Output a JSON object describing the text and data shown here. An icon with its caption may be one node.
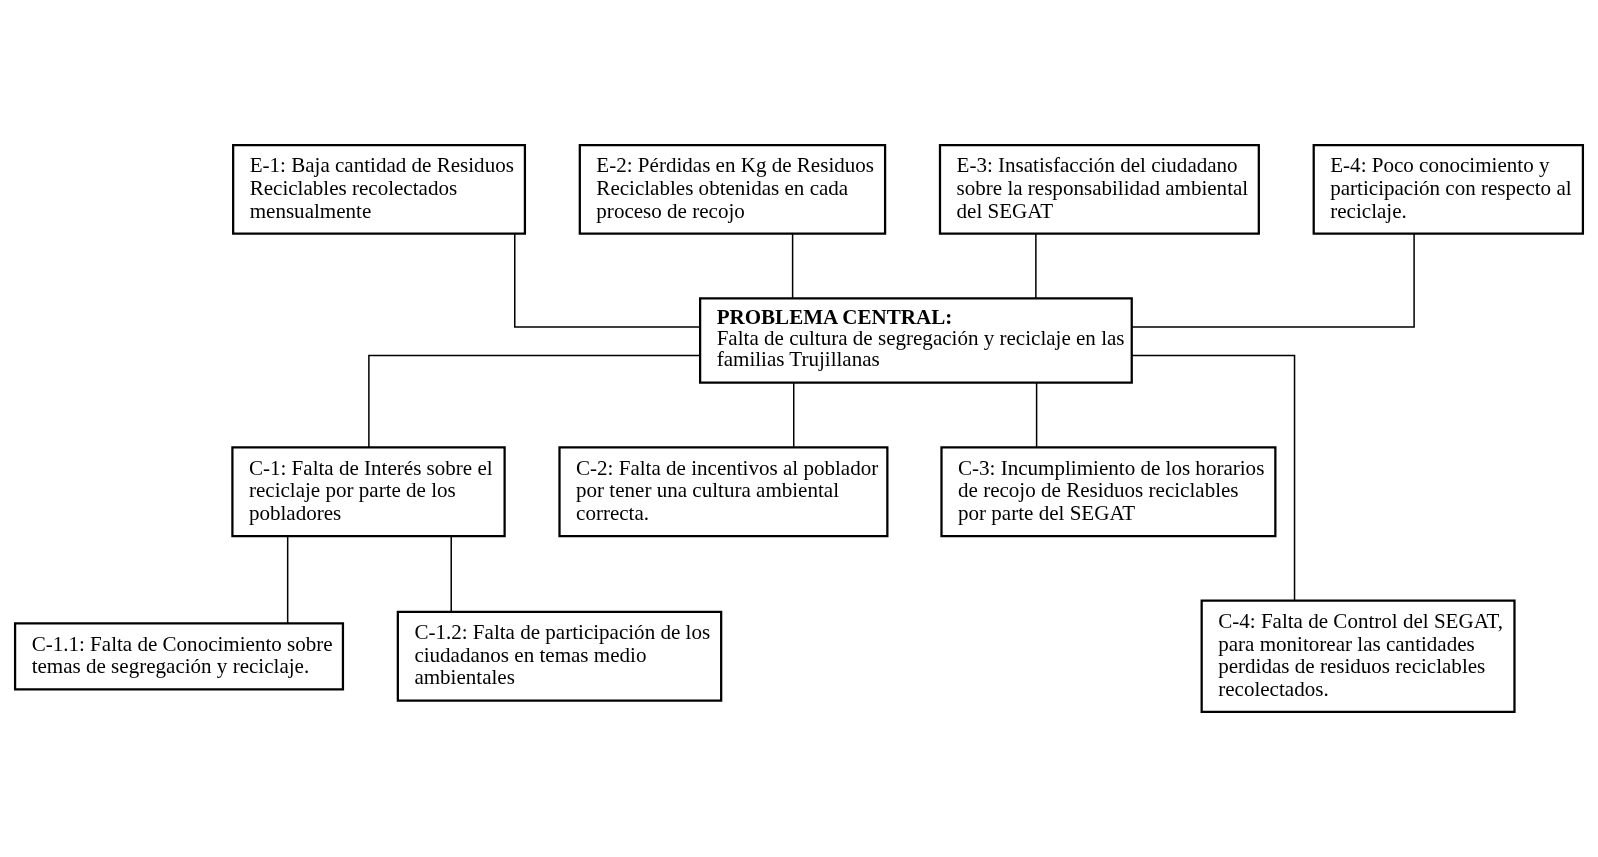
{
  "diagram": {
    "nodes": [
      {
        "text": [
          "E-1: Baja cantidad de Residuos Reciclables recolectados mensualmente"
        ]
      },
      {
        "text": [
          "E-2: Pérdidas en Kg de Residuos Reciclables obtenidas en cada proceso de recojo"
        ]
      },
      {
        "text": [
          "E-3: Insatisfacción del ciudadano sobre la responsabilidad ambiental del SEGAT"
        ]
      },
      {
        "text": [
          "E-4: Poco conocimiento y participación con respecto al reciclaje."
        ]
      },
      {
        "text": [
          "**PROBLEMA CENTRAL:** Falta de cultura de segregación y reciclaje en las familias Trujillanas"
        ]
      },
      {
        "text": [
          "C-1: Falta de Interés sobre el reciclaje por parte de los pobladores"
        ]
      },
      {
        "text": [
          "C-2: Falta de incentivos al poblador por tener una cultura ambiental correcta."
        ]
      },
      {
        "text": [
          "C-3: Incumplimiento de los horarios de recojo de Residuos reciclables por parte del SEGAT"
        ]
      },
      {
        "text": [
          "C-1.1: Falta de Conocimiento sobre temas de segregación y reciclaje."
        ]
      },
      {
        "text": [
          "C-1.2: Falta de participación de los ciudadanos en temas medio ambientales"
        ]
      },
      {
        "text": [
          "C-4: Falta de Control del SEGAT, para monitorear las cantidades perdidas de residuos reciclables recolectados."
        ]
      }
    ],
    "edges": [
      {
        "from": 0,
        "to": 4,
        "arrow": "none"
      },
      {
        "from": 1,
        "to": 4,
        "arrow": "none"
      },
      {
        "from": 2,
        "to": 4,
        "arrow": "none"
      },
      {
        "from": 3,
        "to": 4,
        "arrow": "none"
      },
      {
        "from": 4,
        "to": 5,
        "arrow": "none"
      },
      {
        "from": 4,
        "to": 6,
        "arrow": "none"
      },
      {
        "from": 4,
        "to": 10,
        "arrow": "none"
      },
      {
        "from": 4,
        "to": 7,
        "arrow": "none"
      },
      {
        "from": 5,
        "to": 8,
        "arrow": "none"
      },
      {
        "from": 5,
        "to": 9,
        "arrow": "none"
      }
    ]
  }
}
